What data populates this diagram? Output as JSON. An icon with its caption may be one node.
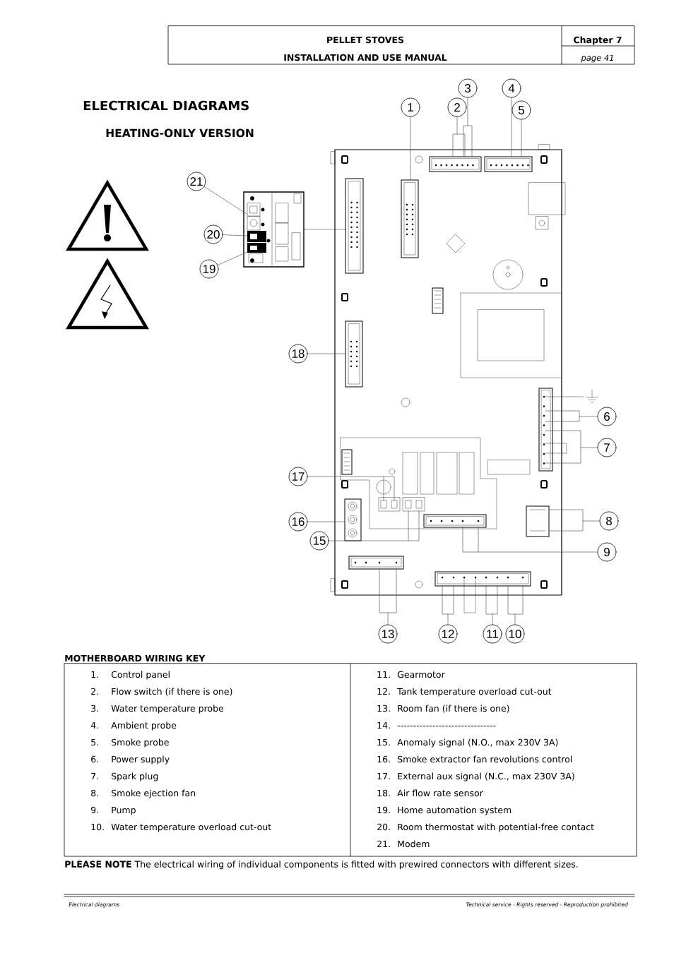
{
  "diagram": {
    "title": "ELECTRICAL DIAGRAMS",
    "nodes": [
      {
        "text": [
          "1"
        ]
      },
      {
        "text": [
          "2"
        ]
      },
      {
        "text": [
          "3"
        ]
      },
      {
        "text": [
          "4"
        ]
      },
      {
        "text": [
          "5"
        ]
      },
      {
        "text": [
          "6"
        ]
      },
      {
        "text": [
          "7"
        ]
      },
      {
        "text": [
          "8"
        ]
      },
      {
        "text": [
          "9"
        ]
      },
      {
        "text": [
          "10"
        ]
      },
      {
        "text": [
          "11"
        ]
      },
      {
        "text": [
          "12"
        ]
      },
      {
        "text": [
          "13"
        ]
      },
      {
        "text": [
          "15"
        ]
      },
      {
        "text": [
          "16"
        ]
      },
      {
        "text": [
          "17"
        ]
      },
      {
        "text": [
          "18"
        ]
      },
      {
        "text": [
          "19"
        ]
      },
      {
        "text": [
          "20"
        ]
      },
      {
        "text": [
          "21"
        ]
      }
    ],
    "edges": [
      {
        "from": 0,
        "to": null,
        "arrow": "none"
      },
      {
        "from": 1,
        "to": null,
        "arrow": "none"
      },
      {
        "from": 2,
        "to": null,
        "arrow": "none"
      },
      {
        "from": 3,
        "to": null,
        "arrow": "none"
      },
      {
        "from": 4,
        "to": null,
        "arrow": "none"
      },
      {
        "from": 5,
        "to": null,
        "arrow": "none"
      },
      {
        "from": 6,
        "to": null,
        "arrow": "none"
      },
      {
        "from": 7,
        "to": null,
        "arrow": "none"
      },
      {
        "from": 8,
        "to": null,
        "arrow": "none"
      },
      {
        "from": 9,
        "to": null,
        "arrow": "none"
      },
      {
        "from": 10,
        "to": null,
        "arrow": "none"
      },
      {
        "from": 11,
        "to": null,
        "arrow": "none"
      },
      {
        "from": 12,
        "to": null,
        "arrow": "none"
      },
      {
        "from": 13,
        "to": null,
        "arrow": "none"
      },
      {
        "from": 14,
        "to": null,
        "arrow": "none"
      },
      {
        "from": 15,
        "to": null,
        "arrow": "none"
      },
      {
        "from": 16,
        "to": null,
        "arrow": "none"
      },
      {
        "from": 17,
        "to": null,
        "arrow": "none"
      },
      {
        "from": 18,
        "to": null,
        "arrow": "none"
      },
      {
        "from": 19,
        "to": null,
        "arrow": "none"
      }
    ],
    "labels": [
      "PELLET STOVES",
      "INSTALLATION AND USE MANUAL",
      "Chapter 7",
      "page 41",
      "HEATING-ONLY VERSION",
      "MOTHERBOARD WIRING KEY",
      "1.",
      "Control panel",
      "11.",
      "Gearmotor",
      "2.",
      "Flow switch (if there is one)",
      "12.",
      "Tank temperature overload cut-out",
      "3.",
      "Water temperature probe",
      "13.",
      "Room fan (if there is one)",
      "4.",
      "Ambient probe",
      "14.",
      "-------------------------------",
      "5.",
      "Smoke probe",
      "15.",
      "Anomaly signal (N.O., max 230V 3A)",
      "6.",
      "Power supply",
      "16.",
      "Smoke extractor fan revolutions control",
      "7.",
      "Spark plug",
      "17.",
      "External aux signal (N.C., max 230V 3A)",
      "8.",
      "Smoke ejection fan",
      "18.",
      "Air flow rate sensor",
      "9.",
      "Pump",
      "19.",
      "Home automation system",
      "10.",
      "Water temperature overload cut-out",
      "20.",
      "Room thermostat with potential-free contact",
      "21.",
      "Modem",
      "**PLEASE NOTE** The electrical wiring of individual components is fitted with prewired connectors with different sizes.",
      "Electrical diagrams",
      "Technical service - Rights reserved - Reproduction prohibited"
    ]
  }
}
